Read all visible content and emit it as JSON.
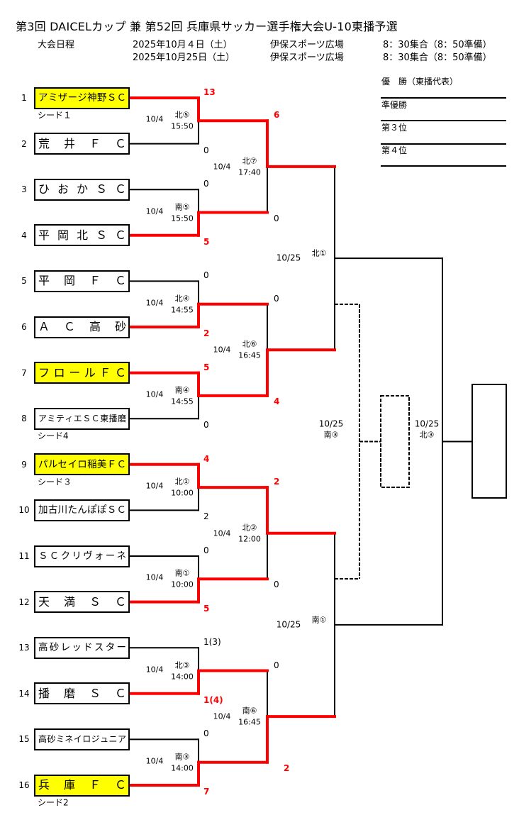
{
  "title": "第3回 DAICELカップ 兼 第52回 兵庫県サッカー選手権大会U-10東播予選",
  "schedule": {
    "label": "大会日程",
    "rows": [
      {
        "date": "2025年10月４日（土）",
        "venue": "伊保スポーツ広場",
        "time": "8：30集合（8：50準備）"
      },
      {
        "date": "2025年10月25日（土）",
        "venue": "伊保スポーツ広場",
        "time": "8：30集合（8：50準備）"
      }
    ]
  },
  "results_table": [
    {
      "label": "優　勝（東播代表）",
      "value": ""
    },
    {
      "label": "準優勝",
      "value": ""
    },
    {
      "label": "第３位",
      "value": ""
    },
    {
      "label": "第４位",
      "value": ""
    }
  ],
  "colors": {
    "winner_line": "#ff0000",
    "line": "#000000",
    "highlight": "#ffff00"
  },
  "teams": [
    {
      "no": "1",
      "name": "アミザージ神野ＳＣ",
      "seed": "シード１",
      "highlight": true
    },
    {
      "no": "2",
      "name": "荒井ＦＣ",
      "seed": "",
      "highlight": false
    },
    {
      "no": "3",
      "name": "ひおかＳＣ",
      "seed": "",
      "highlight": false
    },
    {
      "no": "4",
      "name": "平岡北ＳＣ",
      "seed": "",
      "highlight": false
    },
    {
      "no": "5",
      "name": "平岡ＦＣ",
      "seed": "",
      "highlight": false
    },
    {
      "no": "6",
      "name": "ＡＣ高砂",
      "seed": "",
      "highlight": false
    },
    {
      "no": "7",
      "name": "フロールＦＣ",
      "seed": "",
      "highlight": true
    },
    {
      "no": "8",
      "name": "アミティエＳＣ東播磨",
      "seed": "シード4",
      "highlight": false
    },
    {
      "no": "9",
      "name": "パルセイロ稲美ＦＣ",
      "seed": "シード３",
      "highlight": true
    },
    {
      "no": "10",
      "name": "加古川たんぽぽＳＣ",
      "seed": "",
      "highlight": false
    },
    {
      "no": "11",
      "name": "ＳＣクリヴォーネ",
      "seed": "",
      "highlight": false
    },
    {
      "no": "12",
      "name": "天満ＳＣ",
      "seed": "",
      "highlight": false
    },
    {
      "no": "13",
      "name": "高砂レッドスター",
      "seed": "",
      "highlight": false
    },
    {
      "no": "14",
      "name": "播磨ＳＣ",
      "seed": "",
      "highlight": false
    },
    {
      "no": "15",
      "name": "高砂ミネイロジュニア",
      "seed": "",
      "highlight": false
    },
    {
      "no": "16",
      "name": "兵庫ＦＣ",
      "seed": "シード2",
      "highlight": true
    }
  ],
  "round1": [
    {
      "date": "10/4",
      "match": "北⑤",
      "time": "15:50",
      "score_top": "13",
      "score_bottom": "0",
      "winner": "top"
    },
    {
      "date": "10/4",
      "match": "南⑤",
      "time": "15:50",
      "score_top": "0",
      "score_bottom": "5",
      "winner": "bottom"
    },
    {
      "date": "10/4",
      "match": "北④",
      "time": "14:55",
      "score_top": "0",
      "score_bottom": "2",
      "winner": "bottom"
    },
    {
      "date": "10/4",
      "match": "南④",
      "time": "14:55",
      "score_top": "5",
      "score_bottom": "0",
      "winner": "top"
    },
    {
      "date": "10/4",
      "match": "北①",
      "time": "10:00",
      "score_top": "4",
      "score_bottom": "2",
      "winner": "top"
    },
    {
      "date": "10/4",
      "match": "南①",
      "time": "10:00",
      "score_top": "0",
      "score_bottom": "5",
      "winner": "bottom"
    },
    {
      "date": "10/4",
      "match": "北③",
      "time": "14:00",
      "score_top": "1(3)",
      "score_bottom": "1(4)",
      "winner": "bottom"
    },
    {
      "date": "10/4",
      "match": "南③",
      "time": "14:00",
      "score_top": "0",
      "score_bottom": "7",
      "winner": "bottom"
    }
  ],
  "round2": [
    {
      "date": "10/4",
      "match": "北⑦",
      "time": "17:40",
      "score_top": "6",
      "score_bottom": "0",
      "winner": "top"
    },
    {
      "date": "10/4",
      "match": "北⑥",
      "time": "16:45",
      "score_top": "0",
      "score_bottom": "4",
      "winner": "bottom"
    },
    {
      "date": "10/4",
      "match": "北②",
      "time": "12:00",
      "score_top": "2",
      "score_bottom": "0",
      "winner": "top"
    },
    {
      "date": "10/4",
      "match": "南⑥",
      "time": "16:45",
      "score_top": "0",
      "score_bottom": "2",
      "winner": "bottom"
    }
  ],
  "semifinals": [
    {
      "date": "10/25",
      "match": "北①",
      "winner": null
    },
    {
      "date": "10/25",
      "match": "南①",
      "winner": null
    }
  ],
  "third_place": {
    "date": "10/25",
    "match": "南③",
    "winner": null
  },
  "final": {
    "date": "10/25",
    "match": "北③",
    "winner": null
  }
}
